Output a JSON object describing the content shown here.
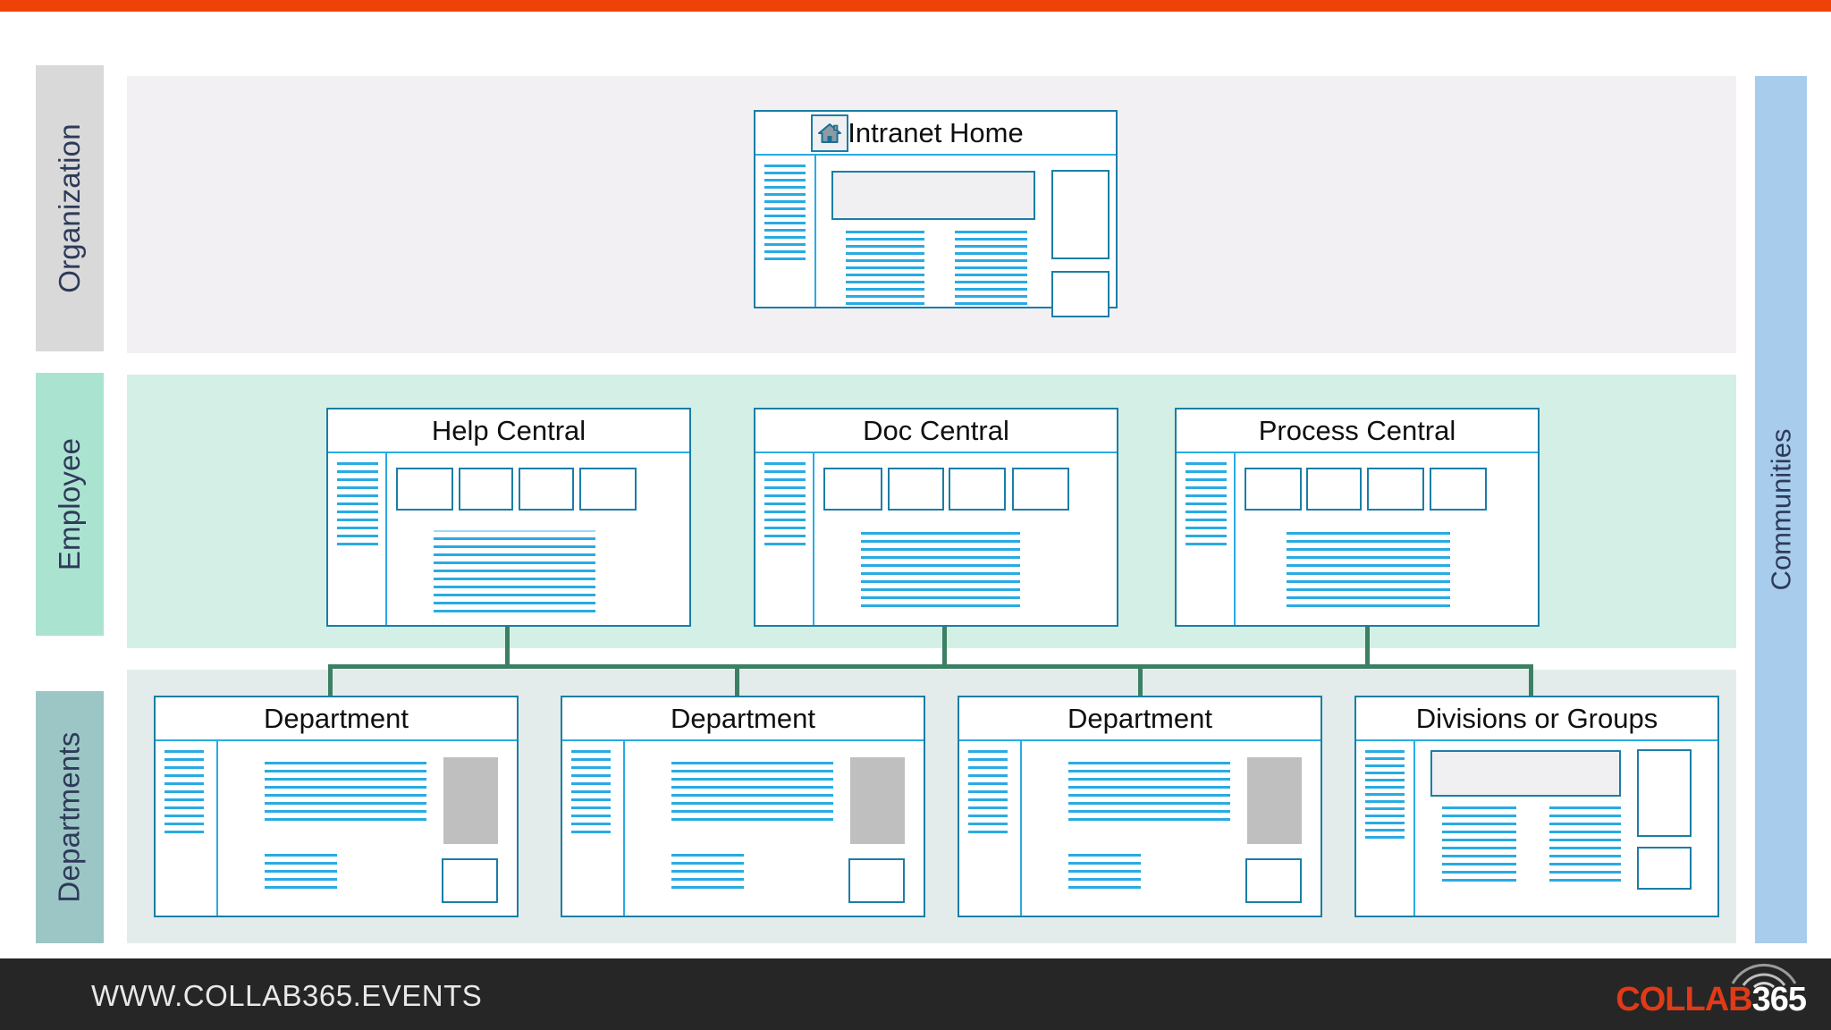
{
  "theme": {
    "accent_orange": "#EE4209",
    "card_border": "#1B7EA6",
    "card_line": "#29ABE2",
    "connector_green": "#3C8063",
    "footer_bg": "#262626",
    "logo_orange": "#E03A17"
  },
  "rows": [
    {
      "key": "organization",
      "label": "Organization",
      "band_color": "#F2F0F3",
      "tab_color": "#D9D9D9"
    },
    {
      "key": "employee",
      "label": "Employee",
      "band_color": "#D4EFE6",
      "tab_color": "#ABE3D1"
    },
    {
      "key": "departments",
      "label": "Departments",
      "band_color": "#E3ECEA",
      "tab_color": "#9CC6C6"
    }
  ],
  "side_panel": {
    "label": "Communities",
    "color": "#A7CCEC"
  },
  "cards": {
    "organization": [
      {
        "title": "Intranet Home",
        "icon": "home-icon",
        "layout": "hub"
      }
    ],
    "employee": [
      {
        "title": "Help Central",
        "layout": "tiles"
      },
      {
        "title": "Doc Central",
        "layout": "tiles"
      },
      {
        "title": "Process Central",
        "layout": "tiles"
      }
    ],
    "departments": [
      {
        "title": "Department",
        "layout": "article"
      },
      {
        "title": "Department",
        "layout": "article"
      },
      {
        "title": "Department",
        "layout": "article"
      },
      {
        "title": "Divisions or Groups",
        "layout": "hub"
      }
    ]
  },
  "footer": {
    "url": "WWW.COLLAB365.EVENTS",
    "logo_primary": "COLLAB",
    "logo_secondary": "365",
    "logo_icon": "wifi-arc-icon"
  }
}
